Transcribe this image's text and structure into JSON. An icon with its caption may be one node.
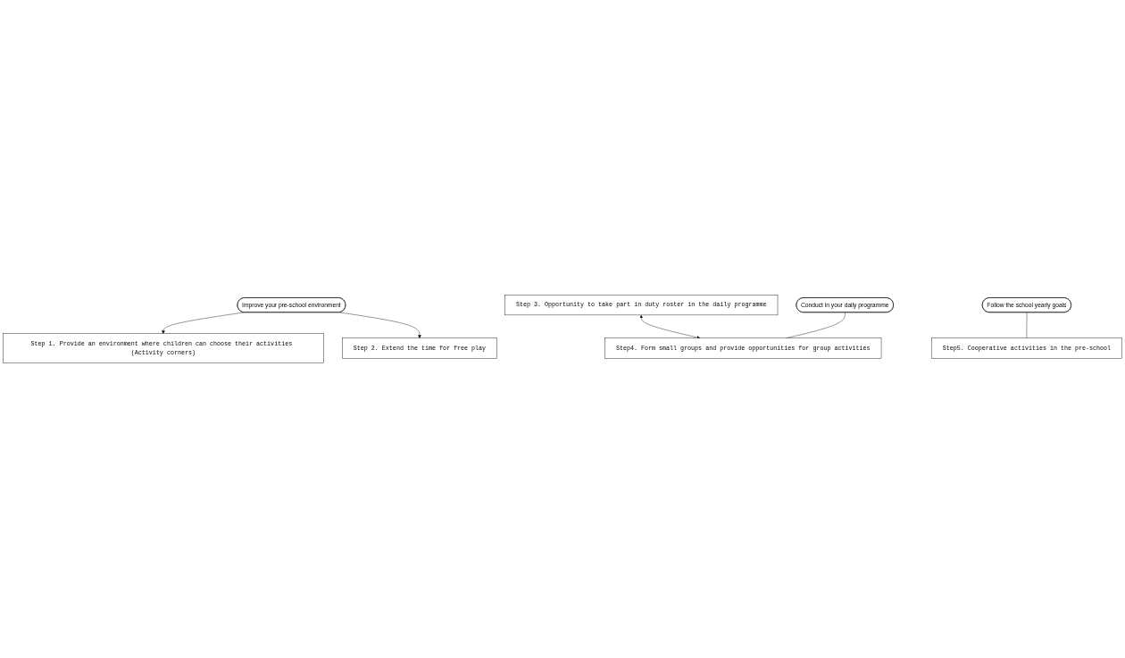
{
  "diagram": {
    "nodes": [
      {
        "text": [
          "Step 1. Provide an environment where children can choose their activities (Activity corners)"
        ]
      },
      {
        "text": [
          "Step 2. Extend the time for free play"
        ]
      },
      {
        "text": [
          "Improve your pre-school environment"
        ]
      },
      {
        "text": [
          "Step 3. Opportunity to take part in duty roster in the daily programme"
        ]
      },
      {
        "text": [
          "Step4. Form small groups and provide opportunities for group activities"
        ]
      },
      {
        "text": [
          "Conduct in your daily programme"
        ]
      },
      {
        "text": [
          "Step5. Cooperative activities in the pre-school"
        ]
      },
      {
        "text": [
          "Follow the school yearly goals"
        ]
      }
    ],
    "edges": [
      {
        "from": 2,
        "to": 0,
        "arrow": "to"
      },
      {
        "from": 2,
        "to": 1,
        "arrow": "to"
      },
      {
        "from": 3,
        "to": 4,
        "arrow": "both"
      },
      {
        "from": 5,
        "to": 4,
        "arrow": "none"
      },
      {
        "from": 7,
        "to": 6,
        "arrow": "none"
      }
    ]
  }
}
